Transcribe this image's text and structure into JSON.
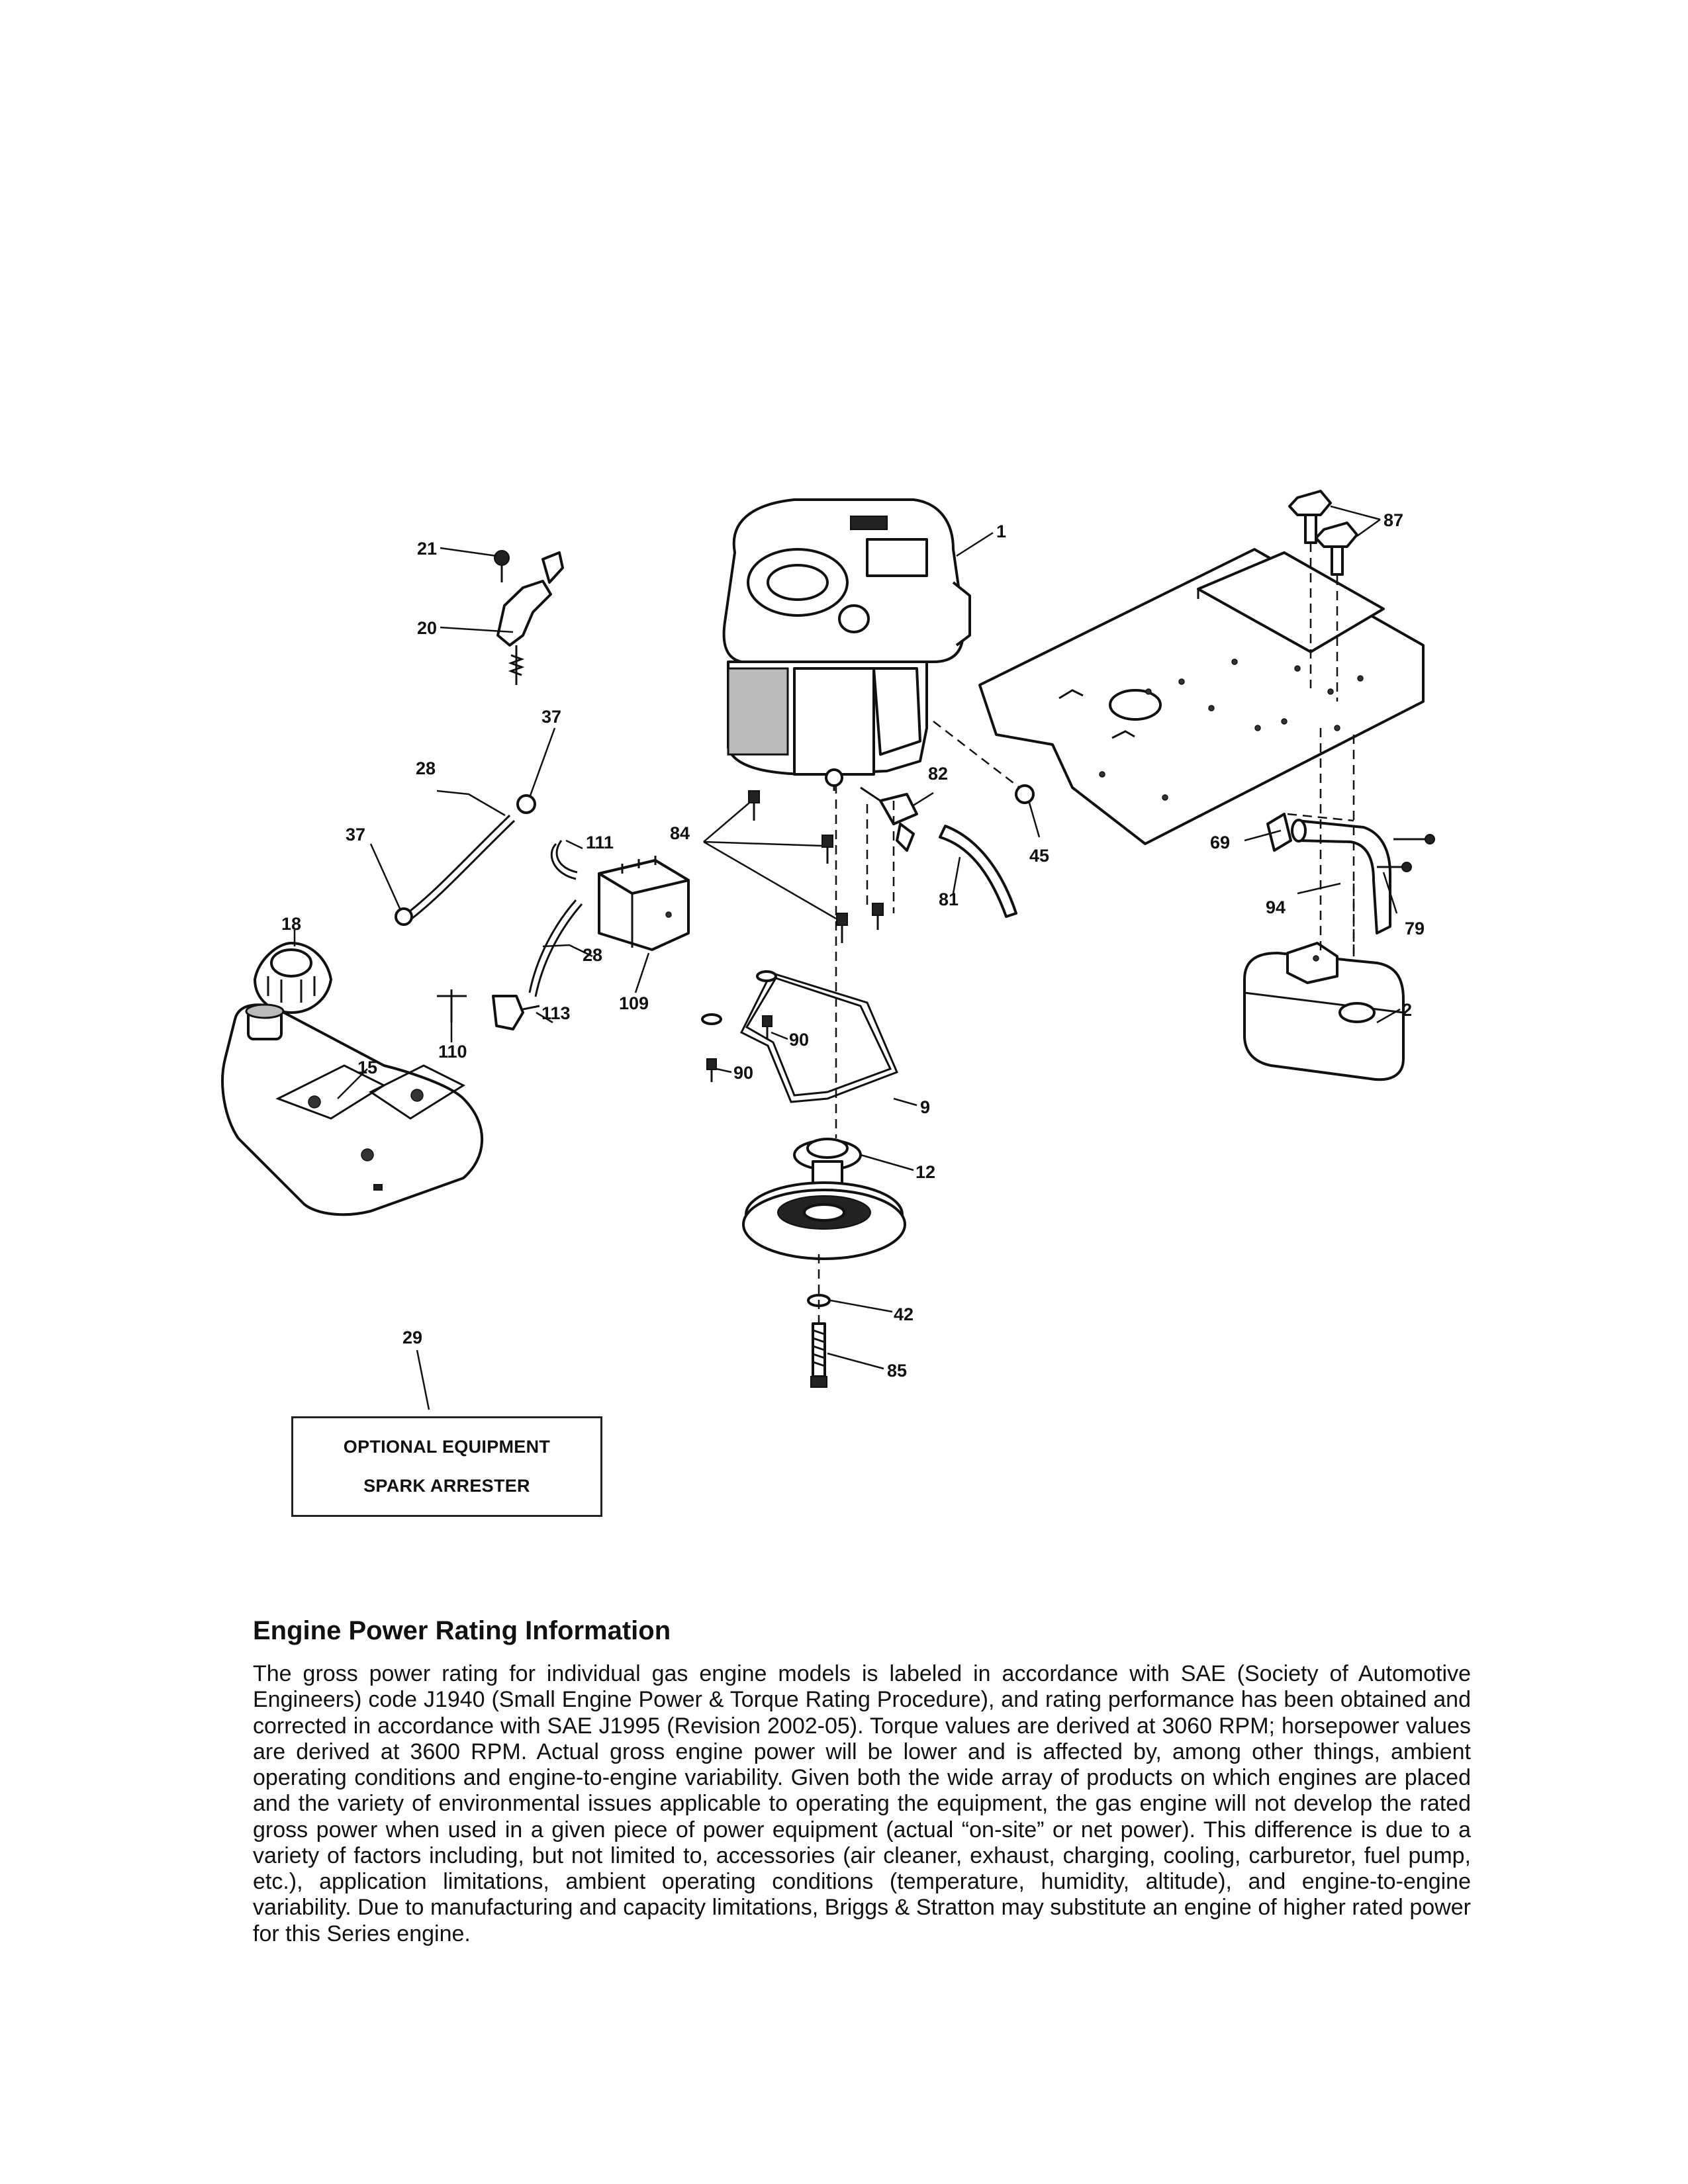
{
  "diagram": {
    "callouts": {
      "c1": "1",
      "c2": "2",
      "c9": "9",
      "c12": "12",
      "c15": "15",
      "c18": "18",
      "c20": "20",
      "c21": "21",
      "c28a": "28",
      "c28b": "28",
      "c29": "29",
      "c37a": "37",
      "c37b": "37",
      "c42": "42",
      "c45": "45",
      "c69": "69",
      "c79": "79",
      "c81": "81",
      "c82": "82",
      "c84": "84",
      "c85": "85",
      "c87": "87",
      "c90a": "90",
      "c90b": "90",
      "c94": "94",
      "c109": "109",
      "c110": "110",
      "c111": "111",
      "c113": "113"
    }
  },
  "optional_box": {
    "line1": "OPTIONAL EQUIPMENT",
    "line2": "SPARK ARRESTER"
  },
  "info": {
    "heading": "Engine Power Rating Information",
    "body": "The gross power rating for individual gas engine models is labeled in accordance with SAE (Society of Automotive Engineers) code J1940 (Small Engine Power & Torque Rating Procedure), and rating performance has been obtained and corrected in accordance with SAE J1995 (Revision 2002-05). Torque values are derived at 3060 RPM; horsepower values are derived at 3600 RPM. Actual gross engine power will be lower and is affected by, among other things, ambient operating conditions and engine-to-engine variability. Given both the wide array of products on which engines are placed and the variety of environmental issues applicable to operating the equipment, the gas engine will not develop the rated gross power when used in a given piece of power equipment (actual “on-site” or net power). This difference is due to a variety of factors including, but not limited to, accessories (air cleaner, exhaust, charging, cooling, carburetor, fuel pump, etc.), application limitations, ambient operating conditions (temperature, humidity, altitude), and engine-to-engine variability. Due to manufacturing and capacity limitations, Briggs & Stratton may substitute an engine of higher rated power for this Series engine."
  }
}
